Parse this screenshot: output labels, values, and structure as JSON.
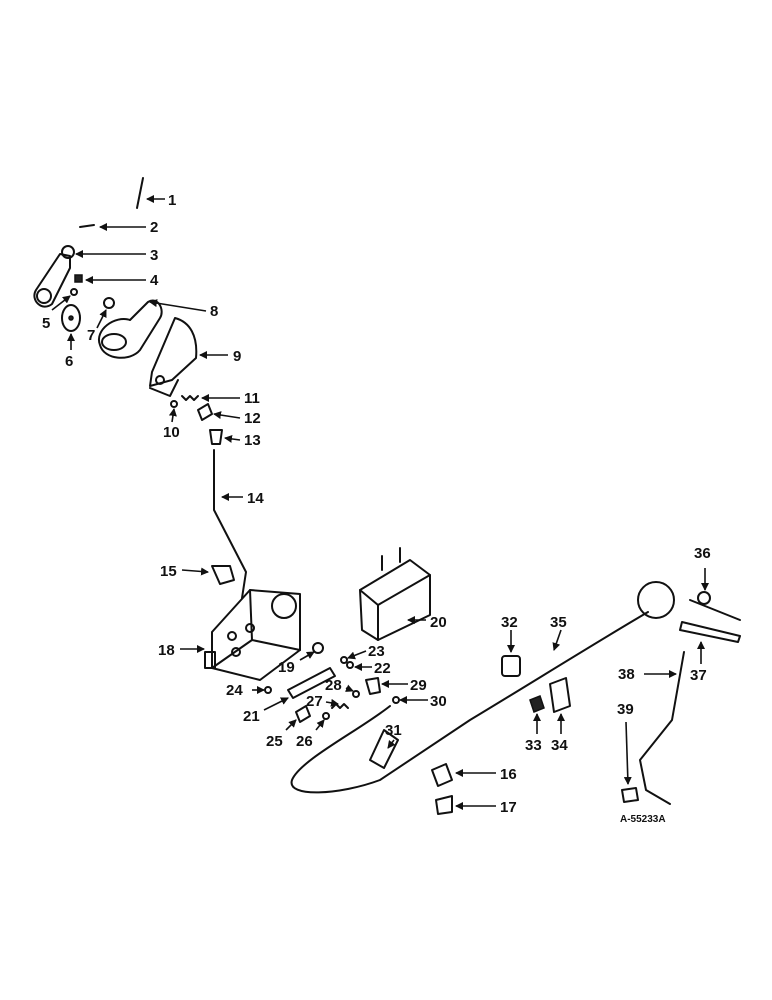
{
  "diagram": {
    "reference_code": "A-55233A",
    "part_numbers": [
      "1",
      "2",
      "3",
      "4",
      "5",
      "6",
      "7",
      "8",
      "9",
      "10",
      "11",
      "12",
      "13",
      "14",
      "15",
      "16",
      "17",
      "18",
      "19",
      "20",
      "21",
      "22",
      "23",
      "24",
      "25",
      "26",
      "27",
      "28",
      "29",
      "30",
      "31",
      "32",
      "33",
      "34",
      "35",
      "36",
      "37",
      "38",
      "39"
    ]
  }
}
